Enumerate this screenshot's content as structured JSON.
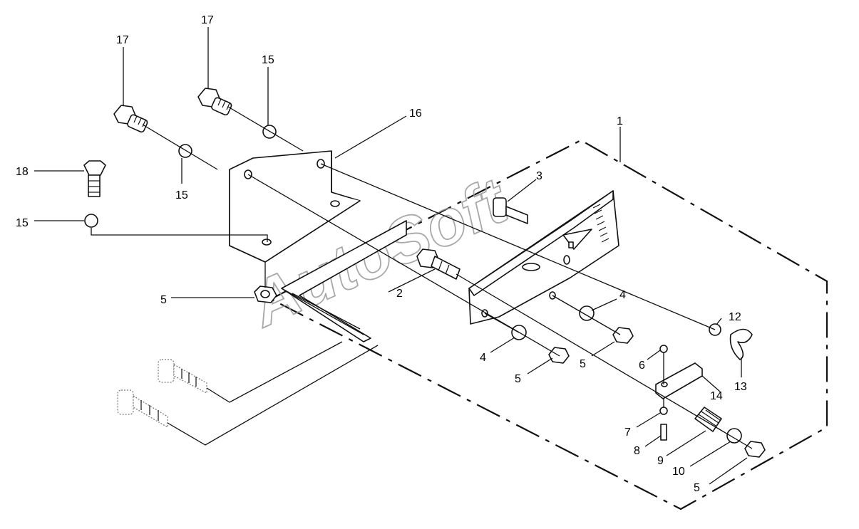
{
  "watermark": "AutoSoft",
  "callouts": {
    "c1": "1",
    "c2": "2",
    "c3": "3",
    "c4a": "4",
    "c4b": "4",
    "c5a": "5",
    "c5b": "5",
    "c5c": "5",
    "c5d": "5",
    "c6": "6",
    "c7": "7",
    "c8": "8",
    "c9": "9",
    "c10": "10",
    "c12": "12",
    "c13": "13",
    "c14": "14",
    "c15a": "15",
    "c15b": "15",
    "c15c": "15",
    "c16": "16",
    "c17a": "17",
    "c17b": "17",
    "c18": "18"
  }
}
